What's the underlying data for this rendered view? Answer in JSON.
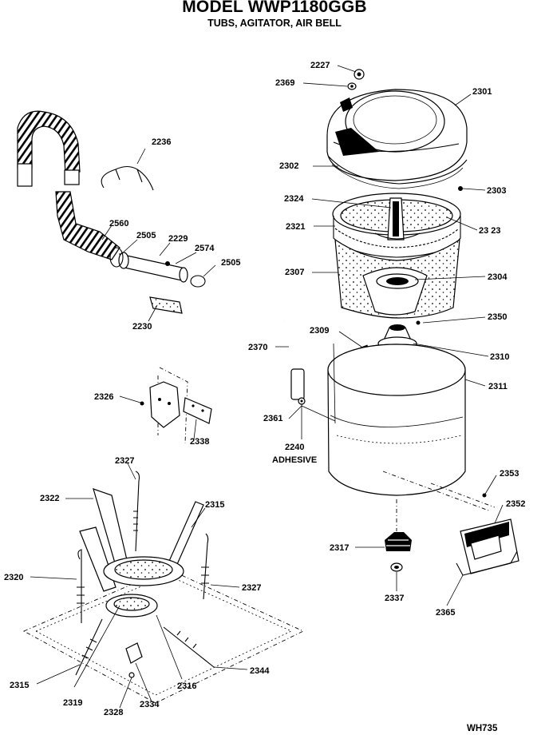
{
  "header": {
    "model": "MODEL WWP1180GGB",
    "subtitle": "TUBS, AGITATOR, AIR BELL"
  },
  "diagram_code": "WH735",
  "callouts": [
    {
      "id": "c2227",
      "text": "2227"
    },
    {
      "id": "c2369",
      "text": "2369"
    },
    {
      "id": "c2301",
      "text": "2301"
    },
    {
      "id": "c2302",
      "text": "2302"
    },
    {
      "id": "c2303",
      "text": "2303"
    },
    {
      "id": "c2324",
      "text": "2324"
    },
    {
      "id": "c2321",
      "text": "2321"
    },
    {
      "id": "c2323",
      "text": "23 23"
    },
    {
      "id": "c2307",
      "text": "2307"
    },
    {
      "id": "c2304",
      "text": "2304"
    },
    {
      "id": "c2350",
      "text": "2350"
    },
    {
      "id": "c2309",
      "text": "2309"
    },
    {
      "id": "c2310",
      "text": "2310"
    },
    {
      "id": "c2370",
      "text": "2370"
    },
    {
      "id": "c2311",
      "text": "2311"
    },
    {
      "id": "c2361",
      "text": "2361"
    },
    {
      "id": "c2240",
      "text": "2240"
    },
    {
      "id": "cAdhesive",
      "text": "ADHESIVE"
    },
    {
      "id": "c2353",
      "text": "2353"
    },
    {
      "id": "c2352",
      "text": "2352"
    },
    {
      "id": "c2317",
      "text": "2317"
    },
    {
      "id": "c2337",
      "text": "2337"
    },
    {
      "id": "c2365",
      "text": "2365"
    },
    {
      "id": "c2236",
      "text": "2236"
    },
    {
      "id": "c2560",
      "text": "2560"
    },
    {
      "id": "c2505a",
      "text": "2505"
    },
    {
      "id": "c2229",
      "text": "2229"
    },
    {
      "id": "c2574",
      "text": "2574"
    },
    {
      "id": "c2505b",
      "text": "2505"
    },
    {
      "id": "c2230",
      "text": "2230"
    },
    {
      "id": "c2326",
      "text": "2326"
    },
    {
      "id": "c2338",
      "text": "2338"
    },
    {
      "id": "c2327a",
      "text": "2327"
    },
    {
      "id": "c2322",
      "text": "2322"
    },
    {
      "id": "c2315a",
      "text": "2315"
    },
    {
      "id": "c2320",
      "text": "2320"
    },
    {
      "id": "c2327b",
      "text": "2327"
    },
    {
      "id": "c2315b",
      "text": "2315"
    },
    {
      "id": "c2319",
      "text": "2319"
    },
    {
      "id": "c2328",
      "text": "2328"
    },
    {
      "id": "c2334",
      "text": "2334"
    },
    {
      "id": "c2316",
      "text": "2316"
    },
    {
      "id": "c2344",
      "text": "2344"
    }
  ]
}
